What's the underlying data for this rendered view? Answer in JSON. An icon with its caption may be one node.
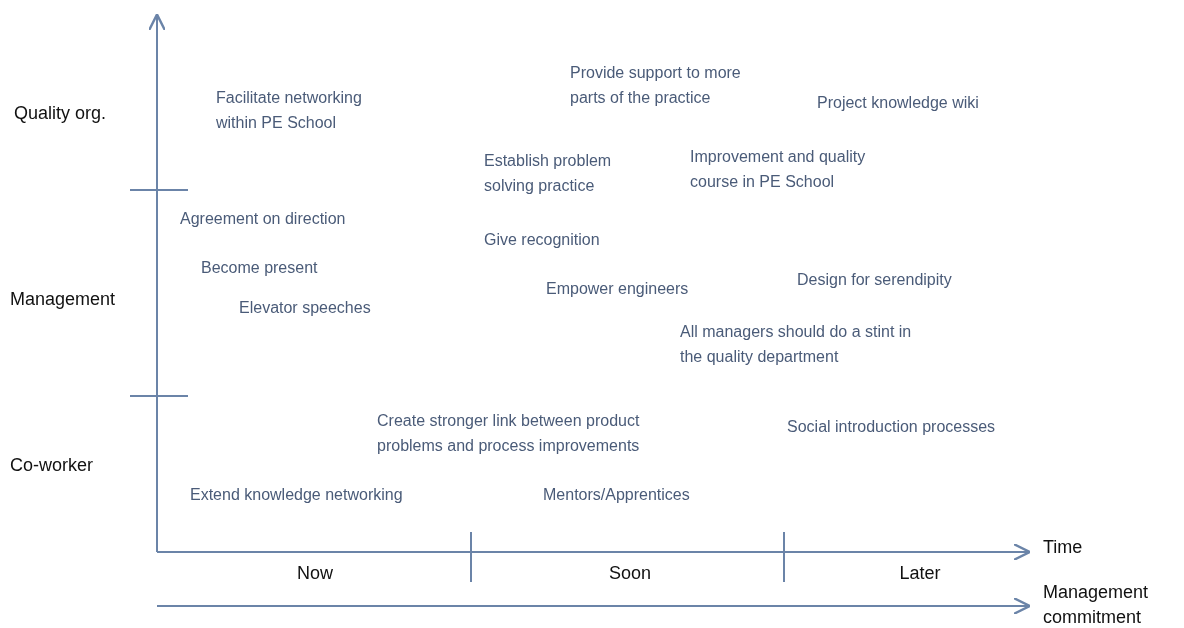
{
  "diagram": {
    "labels": [
      "Provide support to more parts of the practice",
      "Facilitate networking within PE School",
      "Project knowledge wiki",
      "Quality org.",
      "Establish problem solving practice",
      "Improvement and quality course in PE School",
      "Agreement on direction",
      "Give recognition",
      "Become present",
      "Design for serendipity",
      "Empower engineers",
      "Management",
      "Elevator speeches",
      "All managers should do a stint in the quality department",
      "Create stronger link between product problems and process improvements",
      "Social introduction processes",
      "Co-worker",
      "Extend knowledge networking",
      "Mentors/Apprentices",
      "Time",
      "Now",
      "Soon",
      "Later",
      "Management commitment"
    ]
  }
}
